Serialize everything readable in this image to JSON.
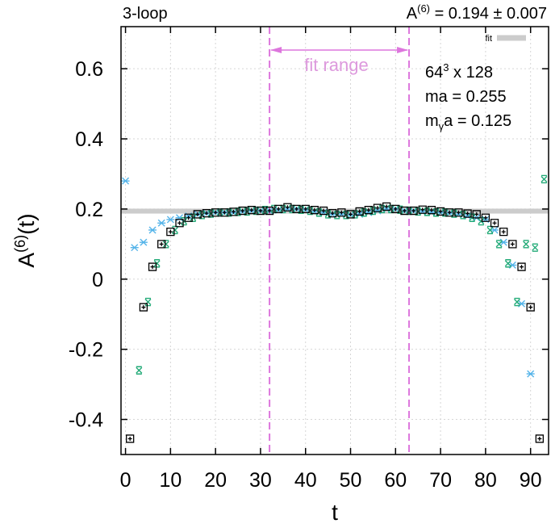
{
  "chart_data": {
    "type": "scatter",
    "corner_left": "3-loop",
    "corner_right": {
      "prefix": "A",
      "sup": "(6)",
      "rest": " = 0.194 ± 0.007"
    },
    "xlabel": "t",
    "ylabel": {
      "prefix": "A",
      "sup": "(6)",
      "rest": "(t)"
    },
    "xlim": [
      -1,
      94
    ],
    "ylim": [
      -0.5,
      0.72
    ],
    "x_ticks": [
      "0",
      "10",
      "20",
      "30",
      "40",
      "50",
      "60",
      "70",
      "80",
      "90"
    ],
    "x_tick_values": [
      0,
      10,
      20,
      30,
      40,
      50,
      60,
      70,
      80,
      90
    ],
    "y_ticks": [
      "0.6",
      "0.4",
      "0.2",
      "0",
      "-0.2",
      "-0.4"
    ],
    "y_tick_values": [
      0.6,
      0.4,
      0.2,
      0,
      -0.2,
      -0.4
    ],
    "grid": true,
    "fit": {
      "label": "fit",
      "value": 0.194,
      "error": 0.007,
      "color": "#cccccc"
    },
    "fit_range": {
      "label": "fit range",
      "t_min": 32,
      "t_max": 63,
      "color": "#dd77dd"
    },
    "info_lines": {
      "lattice": {
        "prefix": "64",
        "sup": "3",
        "rest": " x 128"
      },
      "mass": "ma = 0.255",
      "photon_mass": {
        "prefix": "m",
        "sub": "γ",
        "rest": "a = 0.125"
      }
    },
    "series": [
      {
        "marker": "star",
        "color": "#55b4e9",
        "x": [
          0,
          2,
          4,
          6,
          8,
          10,
          12,
          14,
          16,
          18,
          20,
          22,
          24,
          26,
          28,
          30,
          32,
          34,
          36,
          38,
          40,
          42,
          44,
          46,
          48,
          50,
          52,
          54,
          56,
          58,
          60,
          62,
          64,
          66,
          68,
          70,
          72,
          74,
          76,
          78,
          80,
          82,
          84,
          86,
          88,
          90
        ],
        "y": [
          0.28,
          0.09,
          0.105,
          0.14,
          0.16,
          0.17,
          0.175,
          0.18,
          0.185,
          0.188,
          0.19,
          0.19,
          0.19,
          0.193,
          0.195,
          0.195,
          0.195,
          0.197,
          0.2,
          0.2,
          0.198,
          0.193,
          0.19,
          0.185,
          0.185,
          0.183,
          0.185,
          0.19,
          0.195,
          0.2,
          0.2,
          0.195,
          0.195,
          0.193,
          0.19,
          0.19,
          0.188,
          0.185,
          0.18,
          0.175,
          0.17,
          0.14,
          0.105,
          0.04,
          -0.07,
          -0.27
        ]
      },
      {
        "marker": "x",
        "color": "#22aa77",
        "x": [
          3,
          5,
          7,
          9,
          11,
          13,
          15,
          17,
          19,
          21,
          23,
          25,
          27,
          29,
          31,
          33,
          35,
          37,
          39,
          41,
          43,
          45,
          47,
          49,
          51,
          53,
          55,
          57,
          59,
          61,
          63,
          65,
          67,
          69,
          71,
          73,
          75,
          77,
          79,
          81,
          83,
          85,
          87,
          89,
          91,
          93
        ],
        "y": [
          -0.26,
          -0.065,
          0.045,
          0.1,
          0.14,
          0.165,
          0.175,
          0.183,
          0.187,
          0.19,
          0.19,
          0.192,
          0.193,
          0.195,
          0.197,
          0.2,
          0.2,
          0.2,
          0.198,
          0.195,
          0.19,
          0.185,
          0.183,
          0.183,
          0.185,
          0.19,
          0.195,
          0.2,
          0.2,
          0.198,
          0.195,
          0.193,
          0.192,
          0.19,
          0.19,
          0.187,
          0.183,
          0.175,
          0.165,
          0.14,
          0.1,
          0.045,
          -0.065,
          0.1,
          0.09,
          0.285
        ]
      },
      {
        "marker": "square-bar",
        "color": "#000000",
        "x": [
          1,
          4,
          6,
          8,
          10,
          12,
          14,
          16,
          18,
          20,
          22,
          24,
          26,
          28,
          30,
          32,
          34,
          36,
          38,
          40,
          42,
          44,
          46,
          48,
          50,
          52,
          54,
          56,
          58,
          60,
          62,
          64,
          66,
          68,
          70,
          72,
          74,
          76,
          78,
          80,
          82,
          84,
          86,
          88,
          90,
          92
        ],
        "y": [
          -0.455,
          -0.08,
          0.035,
          0.1,
          0.135,
          0.16,
          0.175,
          0.185,
          0.188,
          0.19,
          0.19,
          0.192,
          0.195,
          0.197,
          0.195,
          0.195,
          0.2,
          0.205,
          0.2,
          0.2,
          0.197,
          0.195,
          0.188,
          0.19,
          0.185,
          0.193,
          0.197,
          0.203,
          0.207,
          0.2,
          0.195,
          0.195,
          0.198,
          0.197,
          0.193,
          0.19,
          0.19,
          0.187,
          0.185,
          0.175,
          0.16,
          0.135,
          0.1,
          0.035,
          -0.08,
          -0.455
        ]
      }
    ]
  }
}
